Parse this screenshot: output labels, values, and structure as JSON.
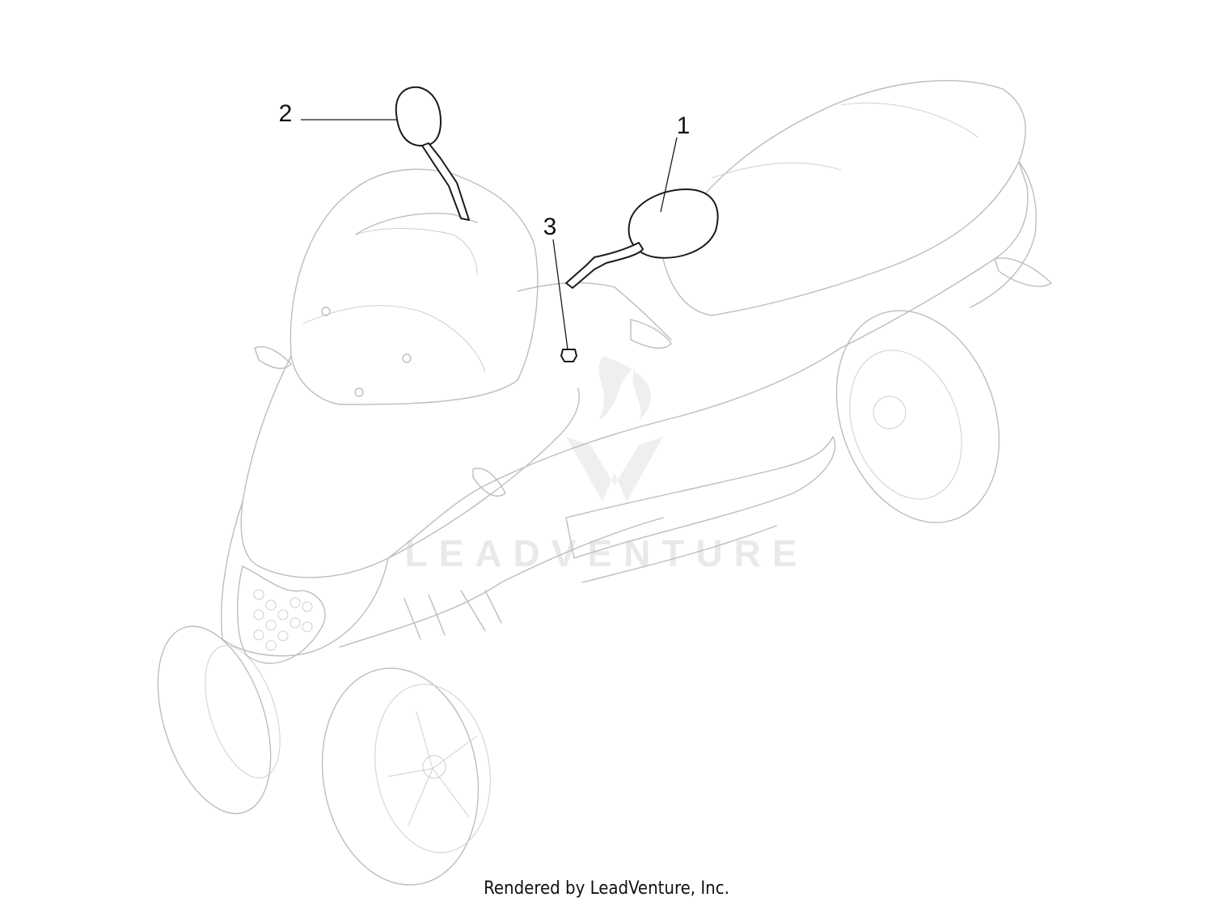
{
  "watermark": {
    "text": "LEADVENTURE"
  },
  "callouts": [
    {
      "number": "1",
      "part": "right-mirror"
    },
    {
      "number": "2",
      "part": "left-mirror"
    },
    {
      "number": "3",
      "part": "mirror-mount-nut"
    }
  ],
  "footer": {
    "credit": "Rendered by LeadVenture, Inc."
  }
}
